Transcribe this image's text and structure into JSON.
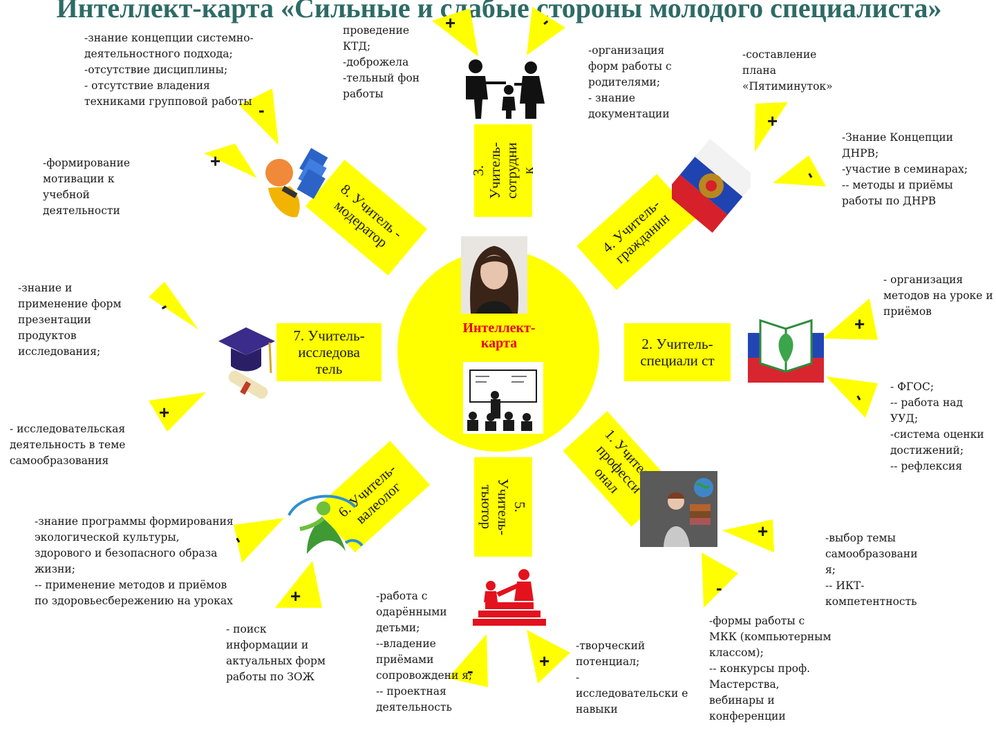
{
  "title": "Интеллект-карта «Сильные и слабые стороны молодого специалиста»",
  "center": {
    "label": "Интеллект-карта"
  },
  "roles": [
    {
      "id": "r1",
      "label": "1. Учитель-професси онал"
    },
    {
      "id": "r2",
      "label": "2. Учитель-специали ст"
    },
    {
      "id": "r3",
      "label": "3. Учитель-сотрудни к"
    },
    {
      "id": "r4",
      "label": "4. Учитель-гражданин"
    },
    {
      "id": "r5",
      "label": "5. Учитель-тьютор"
    },
    {
      "id": "r6",
      "label": "6. Учитель-валеолог"
    },
    {
      "id": "r7",
      "label": "7. Учитель-исследова тель"
    },
    {
      "id": "r8",
      "label": "8. Учитель - модератор"
    }
  ],
  "notes": {
    "r8_minus": "-знание концепции системно- деятельностного подхода;\n-отсутствие дисциплины;\n- отсутствие владения техниками  групповой работы",
    "r8_plus": "-формирование мотивации к учебной деятельности",
    "r3_plus": "-\nпроведение КТД;\n-доброжела\n-тельный фон работы",
    "r3_minus": "-организация форм работы с родителями;\n- знание документации",
    "r4_plus": "-составление плана «Пятиминуток»",
    "r4_minus": "-Знание Концепции ДНРВ;\n-участие в семинарах;\n-- методы и приёмы работы по ДНРВ",
    "r7_minus": "-знание  и применение форм презентации продуктов исследования;",
    "r7_plus": "- исследовательская деятельность в теме самообразования",
    "r2_plus": "- организация методов на уроке и приёмов",
    "r2_minus": "- ФГОС;\n-- работа над УУД;\n-система оценки достижений;\n-- рефлексия",
    "r6_minus": "-знание программы формирования экологической культуры, здорового и безопасного образа жизни;\n-- применение  методов и приёмов  по здоровьесбережению на уроках",
    "r6_plus": "- поиск информации и актуальных форм работы по ЗОЖ",
    "r5_minus": "-работа с одарёнными детьми;\n--владение приёмами сопровождени я;\n-- проектная деятельность",
    "r5_plus": "-творческий потенциал;\n-\nисследовательски е навыки",
    "r1_plus": "-выбор темы самообразовани я;\n-- ИКТ-компетентность",
    "r1_minus": "-формы работы с МКК (компьютерным классом);\n-- конкурсы проф. Мастерства, вебинары и конференции"
  },
  "signs": {
    "plus": "+",
    "minus": "-"
  },
  "colors": {
    "accent": "#ffff00",
    "title": "#2e6b66",
    "center_text": "#e8001c"
  },
  "icons": [
    "family-icon",
    "russia-flag-icon",
    "book-emblem-icon",
    "teacher-globe-icon",
    "helping-hand-icon",
    "eco-person-icon",
    "graduation-cap-icon",
    "student-books-icon",
    "teacher-photo",
    "classroom-icon"
  ]
}
